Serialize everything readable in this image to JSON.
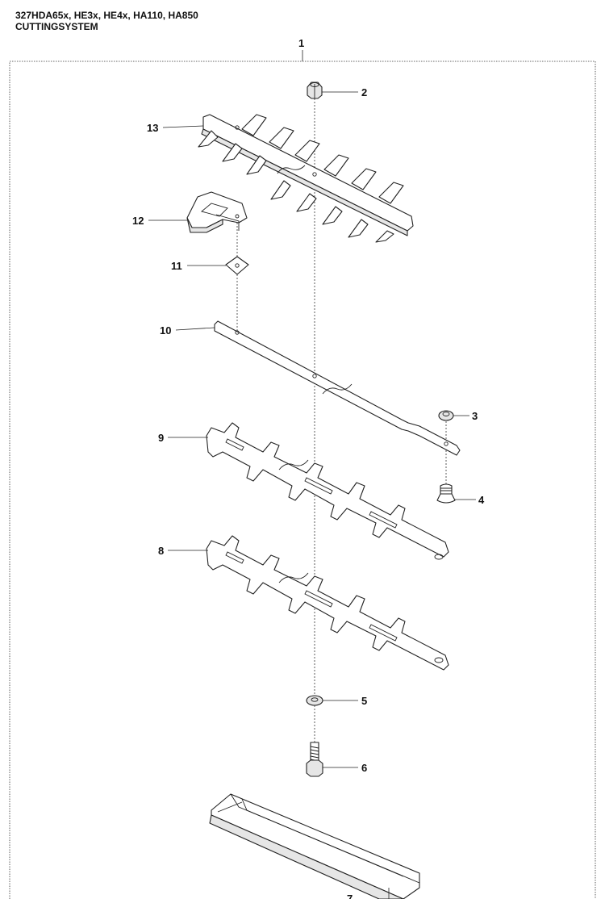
{
  "header": {
    "models": "327HDA65x, HE3x, HE4x, HA110, HA850",
    "section": "CUTTINGSYSTEM"
  },
  "callouts": {
    "c1": "1",
    "c2": "2",
    "c3": "3",
    "c4": "4",
    "c5": "5",
    "c6": "6",
    "c7": "7",
    "c8": "8",
    "c9": "9",
    "c10": "10",
    "c11": "11",
    "c12": "12",
    "c13": "13"
  }
}
